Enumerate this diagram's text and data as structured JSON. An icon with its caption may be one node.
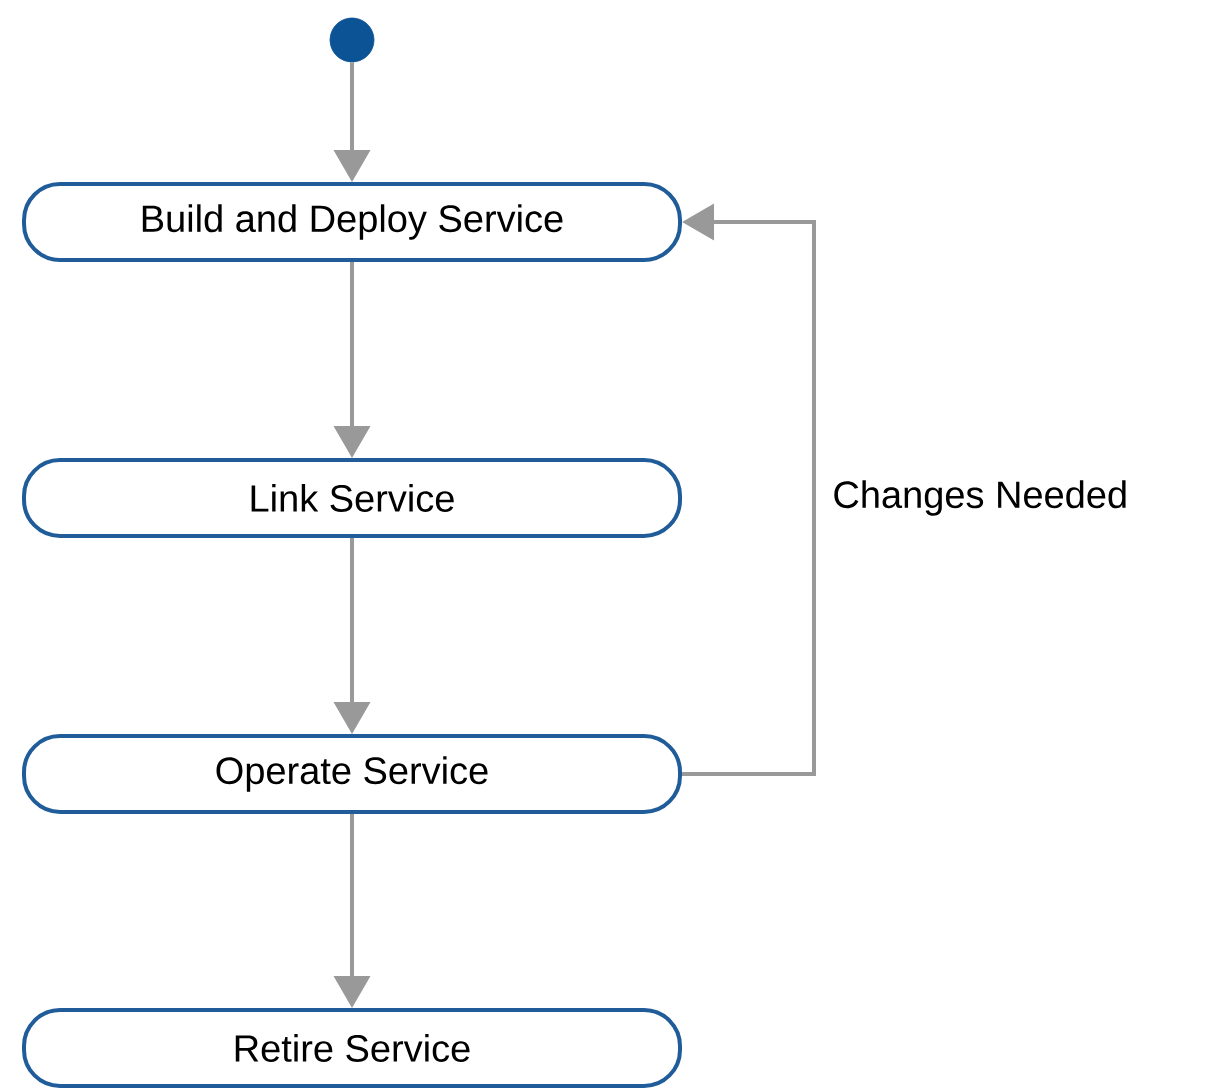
{
  "diagram": {
    "nodes": [
      {
        "text": [],
        "shape": "circle"
      },
      {
        "text": [
          "Build and Deploy Service"
        ]
      },
      {
        "text": [
          "Link Service"
        ]
      },
      {
        "text": [
          "Operate Service"
        ]
      },
      {
        "text": [
          "Retire Service"
        ]
      }
    ],
    "edges": [
      {
        "from": 0,
        "to": 1,
        "arrow": "to"
      },
      {
        "from": 1,
        "to": 2,
        "arrow": "to"
      },
      {
        "from": 2,
        "to": 3,
        "arrow": "to"
      },
      {
        "from": 3,
        "to": 4,
        "arrow": "to"
      },
      {
        "from": 3,
        "to": 1,
        "arrow": "to",
        "label": "Changes Needed"
      }
    ]
  }
}
